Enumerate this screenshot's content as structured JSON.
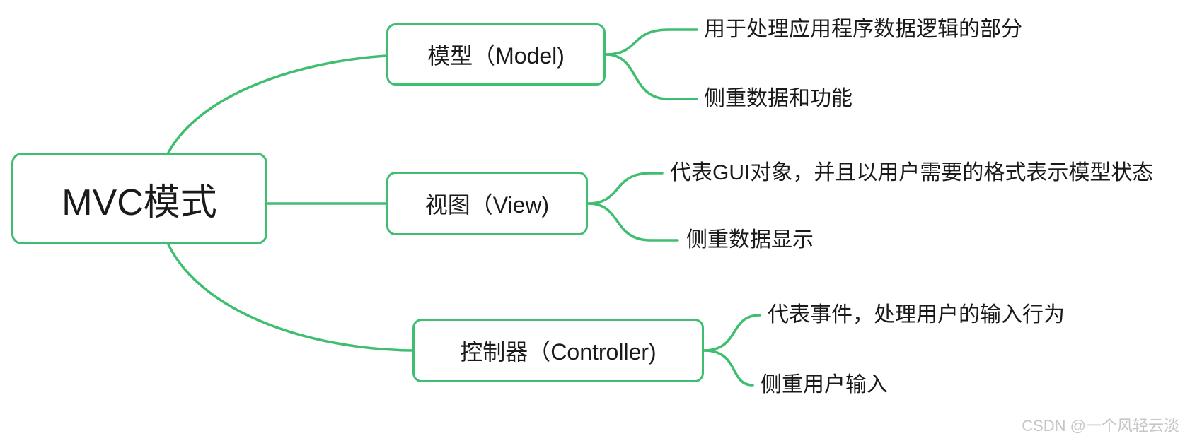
{
  "diagram": {
    "type": "mindmap",
    "topic": "MVC pattern overview"
  },
  "colors": {
    "branch_line": "#3FBE70",
    "node_border": "#3FBE70",
    "node_background": "#ffffff",
    "node_text": "#1a1a1a",
    "watermark_text": "#c6c6c6"
  },
  "root": {
    "label": "MVC模式"
  },
  "branches": [
    {
      "label": "模型（Model)",
      "children": [
        "用于处理应用程序数据逻辑的部分",
        "侧重数据和功能"
      ]
    },
    {
      "label": "视图（View)",
      "children": [
        "代表GUI对象，并且以用户需要的格式表示模型状态",
        "侧重数据显示"
      ]
    },
    {
      "label": "控制器（Controller)",
      "children": [
        "代表事件，处理用户的输入行为",
        "侧重用户输入"
      ]
    }
  ],
  "watermark": {
    "text": "CSDN @一个风轻云淡"
  }
}
